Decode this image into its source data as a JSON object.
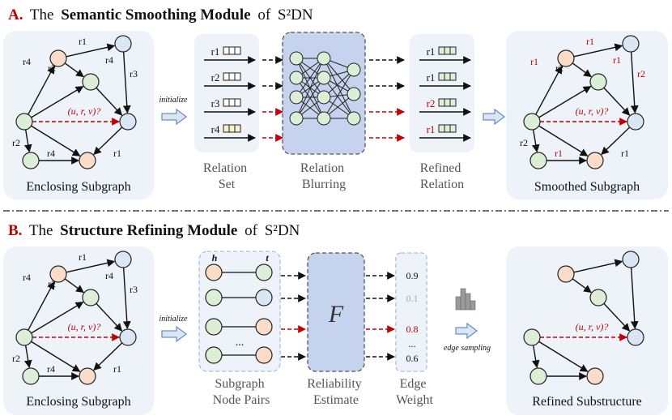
{
  "colors": {
    "dark_red": "#c00000",
    "panel_bg": "#eef3fa",
    "panel_dark": "#c6d3ee",
    "node_pink": "#fbdcc8",
    "node_green": "#dcefd6",
    "node_blue": "#dbe6f5",
    "arrow_blue": "#6a8fc8"
  },
  "section_a": {
    "letter": "A.",
    "title_pre": "The",
    "title_bold": "Semantic Smoothing Module",
    "title_of": "of",
    "model": "S²DN",
    "enclosing_caption": "Enclosing Subgraph",
    "initialize": "initialize",
    "relation_set": [
      "Relation",
      "Set"
    ],
    "relation_blurring": [
      "Relation",
      "Blurring"
    ],
    "refined_relation": [
      "Refined",
      "Relation"
    ],
    "smoothed_caption": "Smoothed Subgraph",
    "query": "(u, r, v)?",
    "relations_in": [
      "r1",
      "r2",
      "r3",
      "r4"
    ],
    "relations_out": [
      "r1",
      "r1",
      "r2",
      "r1"
    ],
    "graph_edge_labels": [
      "r1",
      "r4",
      "r2",
      "r4",
      "r3",
      "r2",
      "r4",
      "r1"
    ],
    "smoothed_edge_labels": [
      "r1",
      "r1",
      "r2",
      "r1",
      "r2",
      "r2",
      "r1",
      "r1"
    ]
  },
  "section_b": {
    "letter": "B.",
    "title_pre": "The",
    "title_bold": "Structure Refining Module",
    "title_of": "of",
    "model": "S²DN",
    "enclosing_caption": "Enclosing Subgraph",
    "initialize": "initialize",
    "h": "h",
    "t": "t",
    "ellipsis": "...",
    "node_pairs": [
      "Subgraph",
      "Node Pairs"
    ],
    "f_label": "F",
    "reliability": [
      "Reliability",
      "Estimate"
    ],
    "edge_weight": [
      "Edge",
      "Weight"
    ],
    "weights": [
      "0.9",
      "0.1",
      "0.8",
      "...",
      "0.6"
    ],
    "edge_sampling": "edge sampling",
    "refined_caption": "Refined Substructure",
    "query": "(u, r, v)?",
    "graph_edge_labels": [
      "r1",
      "r4",
      "r2",
      "r4",
      "r3",
      "r2",
      "r4",
      "r1"
    ]
  }
}
